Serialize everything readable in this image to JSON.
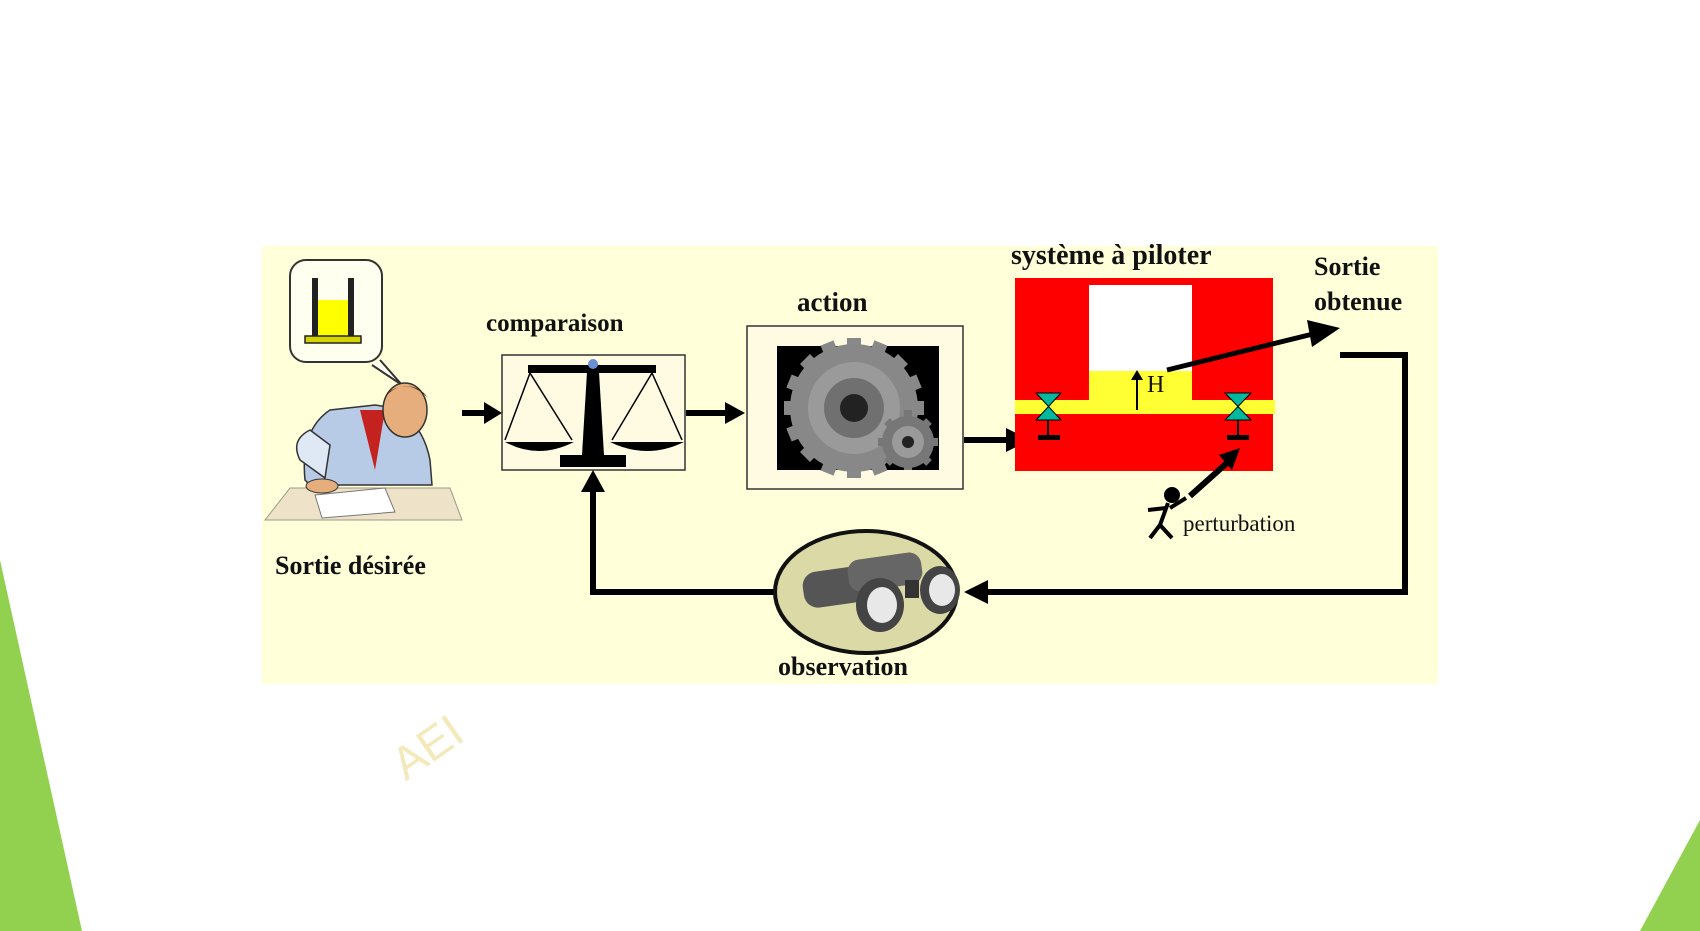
{
  "diagram": {
    "labels": {
      "desired_output": "Sortie désirée",
      "comparison": "comparaison",
      "action": "action",
      "system": "système à piloter",
      "output_line1": "Sortie",
      "output_line2": "obtenue",
      "level": "H",
      "disturbance": "perturbation",
      "observation": "observation"
    },
    "watermark": "AEI"
  },
  "colors": {
    "panel": "#ffffd9",
    "tank_red": "#ff0000",
    "liquid_yellow": "#ffff33",
    "valve_teal": "#00b8a0",
    "slide_accent_green": "#92d050"
  }
}
